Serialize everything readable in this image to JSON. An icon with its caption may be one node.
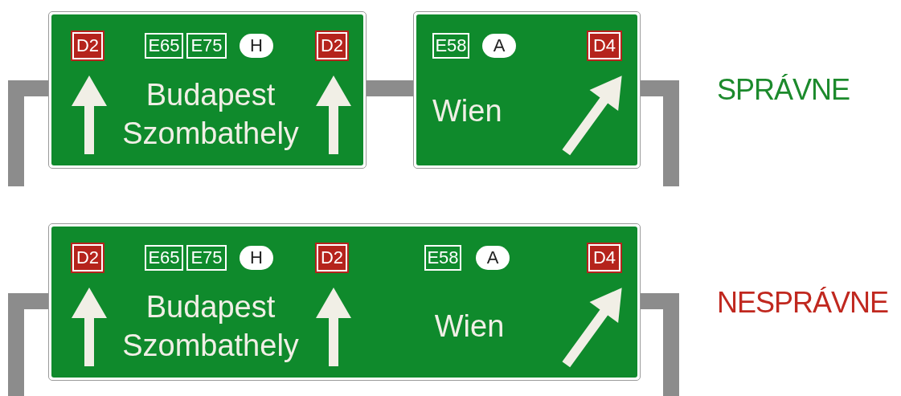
{
  "diagram": {
    "nodes": [
      {
        "text": [
          "Budapest Szombathely"
        ]
      },
      {
        "text": [
          "D2"
        ],
        "in": 0
      },
      {
        "text": [
          "E65"
        ],
        "in": 0
      },
      {
        "text": [
          "E75"
        ],
        "in": 0
      },
      {
        "text": [
          "H"
        ],
        "in": 0
      },
      {
        "text": [
          "D2"
        ],
        "in": 0
      },
      {
        "text": [
          "Wien"
        ]
      },
      {
        "text": [
          "E58"
        ],
        "in": 6
      },
      {
        "text": [
          "A"
        ],
        "in": 6
      },
      {
        "text": [
          "D4"
        ],
        "in": 6
      },
      {
        "text": [
          "Budapest Szombathely",
          "Wien"
        ]
      },
      {
        "text": [
          "D2"
        ],
        "in": 10
      },
      {
        "text": [
          "E65"
        ],
        "in": 10
      },
      {
        "text": [
          "E75"
        ],
        "in": 10
      },
      {
        "text": [
          "H"
        ],
        "in": 10
      },
      {
        "text": [
          "D2"
        ],
        "in": 10
      },
      {
        "text": [
          "E58"
        ],
        "in": 10
      },
      {
        "text": [
          "A"
        ],
        "in": 10
      },
      {
        "text": [
          "D4"
        ],
        "in": 10
      }
    ],
    "labels": [
      "SPRÁVNE",
      "NESPRÁVNE"
    ]
  }
}
